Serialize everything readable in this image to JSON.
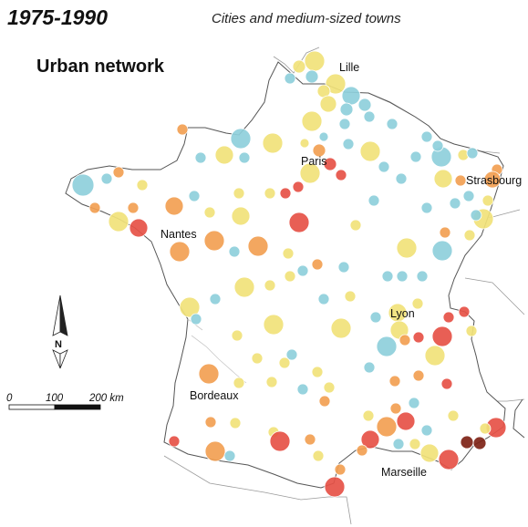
{
  "header": {
    "title": "1975-1990",
    "subtitle": "Cities and medium-sized towns",
    "heading": "Urban network"
  },
  "cities": [
    {
      "name": "Lille"
    },
    {
      "name": "Paris"
    },
    {
      "name": "Strasbourg"
    },
    {
      "name": "Nantes"
    },
    {
      "name": "Lyon"
    },
    {
      "name": "Bordeaux"
    },
    {
      "name": "Marseille"
    }
  ],
  "compass": {
    "label": "N"
  },
  "scale": {
    "ticks": [
      "0",
      "100",
      "200 km"
    ]
  },
  "colors": {
    "blue": "#8ecfdb",
    "yellow": "#f1e27a",
    "orange": "#f2a052",
    "red": "#e65146",
    "darkred": "#7e2316",
    "border": "#9a9a9a",
    "coast": "#555555"
  }
}
